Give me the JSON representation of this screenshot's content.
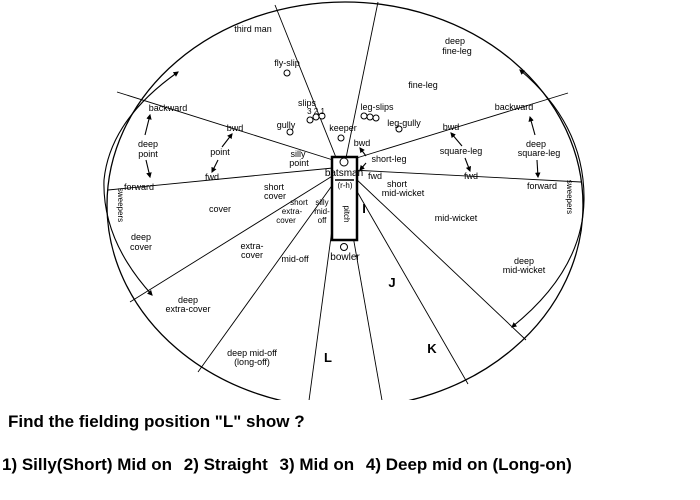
{
  "diagram": {
    "positions": [
      {
        "id": "third-man",
        "text": "third man"
      },
      {
        "id": "deep-fine-leg-1",
        "text": "deep"
      },
      {
        "id": "deep-fine-leg-2",
        "text": "fine-leg"
      },
      {
        "id": "fly-slip",
        "text": "fly-slip"
      },
      {
        "id": "fine-leg",
        "text": "fine-leg"
      },
      {
        "id": "slips",
        "text": "slips"
      },
      {
        "id": "slip-numbers",
        "text": "3 2 1"
      },
      {
        "id": "leg-slips",
        "text": "leg-slips"
      },
      {
        "id": "gully",
        "text": "gully"
      },
      {
        "id": "leg-gully",
        "text": "leg-gully"
      },
      {
        "id": "keeper",
        "text": "keeper"
      },
      {
        "id": "backward-off",
        "text": "backward"
      },
      {
        "id": "backward-leg",
        "text": "backward"
      },
      {
        "id": "bwd-point",
        "text": "bwd"
      },
      {
        "id": "point",
        "text": "point"
      },
      {
        "id": "deep-point-1",
        "text": "deep"
      },
      {
        "id": "deep-point-2",
        "text": "point"
      },
      {
        "id": "silly-point-1",
        "text": "silly"
      },
      {
        "id": "silly-point-2",
        "text": "point"
      },
      {
        "id": "bwd-short-leg",
        "text": "bwd"
      },
      {
        "id": "short-leg",
        "text": "short-leg"
      },
      {
        "id": "bwd-square-leg",
        "text": "bwd"
      },
      {
        "id": "square-leg",
        "text": "square-leg"
      },
      {
        "id": "deep-square-leg-1",
        "text": "deep"
      },
      {
        "id": "deep-square-leg-2",
        "text": "square-leg"
      },
      {
        "id": "fwd-point",
        "text": "fwd"
      },
      {
        "id": "fwd-short-leg",
        "text": "fwd"
      },
      {
        "id": "fwd-square-leg",
        "text": "fwd"
      },
      {
        "id": "forward-off",
        "text": "forward"
      },
      {
        "id": "forward-leg",
        "text": "forward"
      },
      {
        "id": "batsman",
        "text": "batsman"
      },
      {
        "id": "rh",
        "text": "(r-h)"
      },
      {
        "id": "short-cover-1",
        "text": "short"
      },
      {
        "id": "short-cover-2",
        "text": "cover"
      },
      {
        "id": "short-extra-cover-1",
        "text": "short"
      },
      {
        "id": "short-extra-cover-2",
        "text": "extra-"
      },
      {
        "id": "short-extra-cover-3",
        "text": "cover"
      },
      {
        "id": "silly-mid-off-1",
        "text": "silly"
      },
      {
        "id": "silly-mid-off-2",
        "text": "mid-"
      },
      {
        "id": "silly-mid-off-3",
        "text": "off"
      },
      {
        "id": "short-mid-wicket-1",
        "text": "short"
      },
      {
        "id": "short-mid-wicket-2",
        "text": "mid-wicket"
      },
      {
        "id": "cover",
        "text": "cover"
      },
      {
        "id": "mid-wicket",
        "text": "mid-wicket"
      },
      {
        "id": "deep-cover-1",
        "text": "deep"
      },
      {
        "id": "deep-cover-2",
        "text": "cover"
      },
      {
        "id": "extra-cover-1",
        "text": "extra-"
      },
      {
        "id": "extra-cover-2",
        "text": "cover"
      },
      {
        "id": "mid-off",
        "text": "mid-off"
      },
      {
        "id": "bowler",
        "text": "bowler"
      },
      {
        "id": "pitch",
        "text": "pitch"
      },
      {
        "id": "deep-mid-wicket-1",
        "text": "deep"
      },
      {
        "id": "deep-mid-wicket-2",
        "text": "mid-wicket"
      },
      {
        "id": "deep-extra-cover-1",
        "text": "deep"
      },
      {
        "id": "deep-extra-cover-2",
        "text": "extra-cover"
      },
      {
        "id": "deep-mid-off-1",
        "text": "deep mid-off"
      },
      {
        "id": "deep-mid-off-2",
        "text": "(long-off)"
      },
      {
        "id": "sweepers-left",
        "text": "sweepers"
      },
      {
        "id": "sweepers-right",
        "text": "sweepers"
      }
    ],
    "markers": {
      "i": "I",
      "j": "J",
      "k": "K",
      "l": "L"
    }
  },
  "question": "Find the fielding position \"L\" show ?",
  "options": [
    "1) Silly(Short) Mid on",
    "2) Straight",
    "3) Mid on",
    "4) Deep mid on (Long-on)"
  ]
}
